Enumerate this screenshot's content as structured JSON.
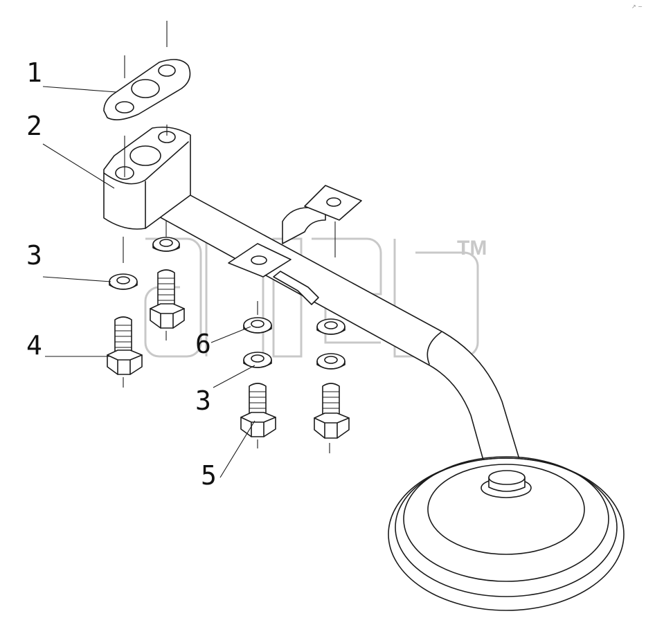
{
  "diagram": {
    "part_labels": [
      "1",
      "2",
      "3",
      "4",
      "6",
      "3",
      "5"
    ]
  },
  "watermark": {
    "logo_text": "TMdiesel",
    "trademark": "TM"
  },
  "corner_mark": "↗ ~"
}
